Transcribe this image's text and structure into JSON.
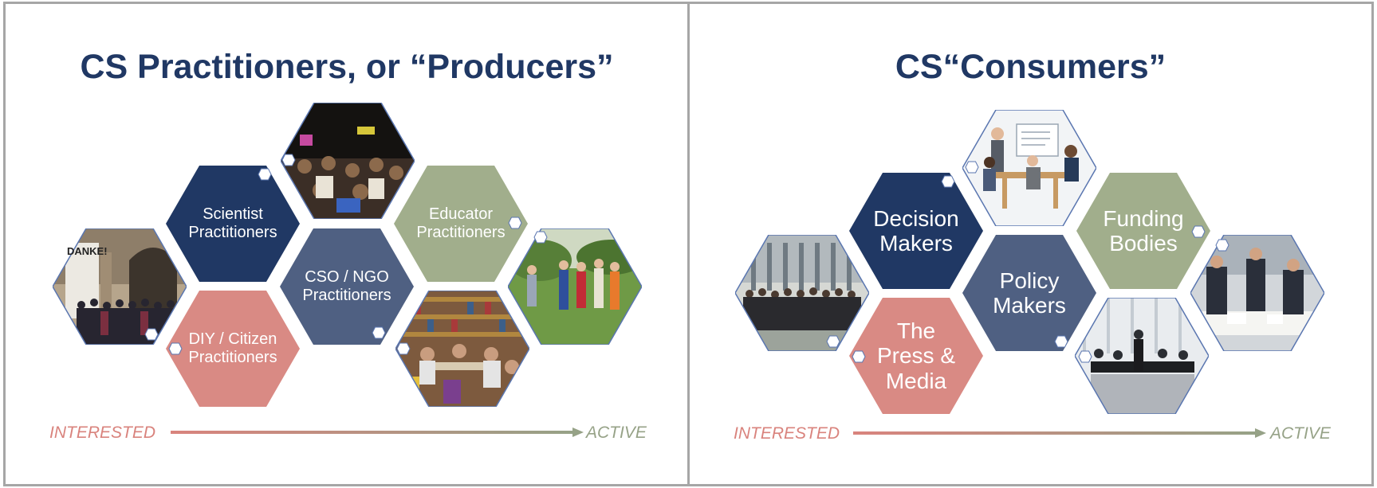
{
  "colors": {
    "navy": "#203864",
    "slate": "#4f6082",
    "sage": "#a1ae8c",
    "rose": "#d98a84",
    "title": "#203864",
    "interested": "#d9837d",
    "active": "#96a287"
  },
  "left": {
    "title": "CS Practitioners, or “Producers”",
    "hexagons": [
      {
        "label": "Scientist\nPractitioners",
        "color": "navy"
      },
      {
        "label": "Educator\nPractitioners",
        "color": "sage"
      },
      {
        "label": "CSO / NGO\nPractitioners",
        "color": "slate"
      },
      {
        "label": "DIY / Citizen\nPractitioners",
        "color": "rose"
      }
    ],
    "banner_text": "DANKE!",
    "axis": {
      "start": "INTERESTED",
      "end": "ACTIVE"
    }
  },
  "right": {
    "title": "CS“Consumers”",
    "hexagons": [
      {
        "label": "Decision\nMakers",
        "color": "navy"
      },
      {
        "label": "Funding\nBodies",
        "color": "sage"
      },
      {
        "label": "Policy\nMakers",
        "color": "slate"
      },
      {
        "label": "The\nPress &\nMedia",
        "color": "rose"
      }
    ],
    "axis": {
      "start": "INTERESTED",
      "end": "ACTIVE"
    }
  }
}
